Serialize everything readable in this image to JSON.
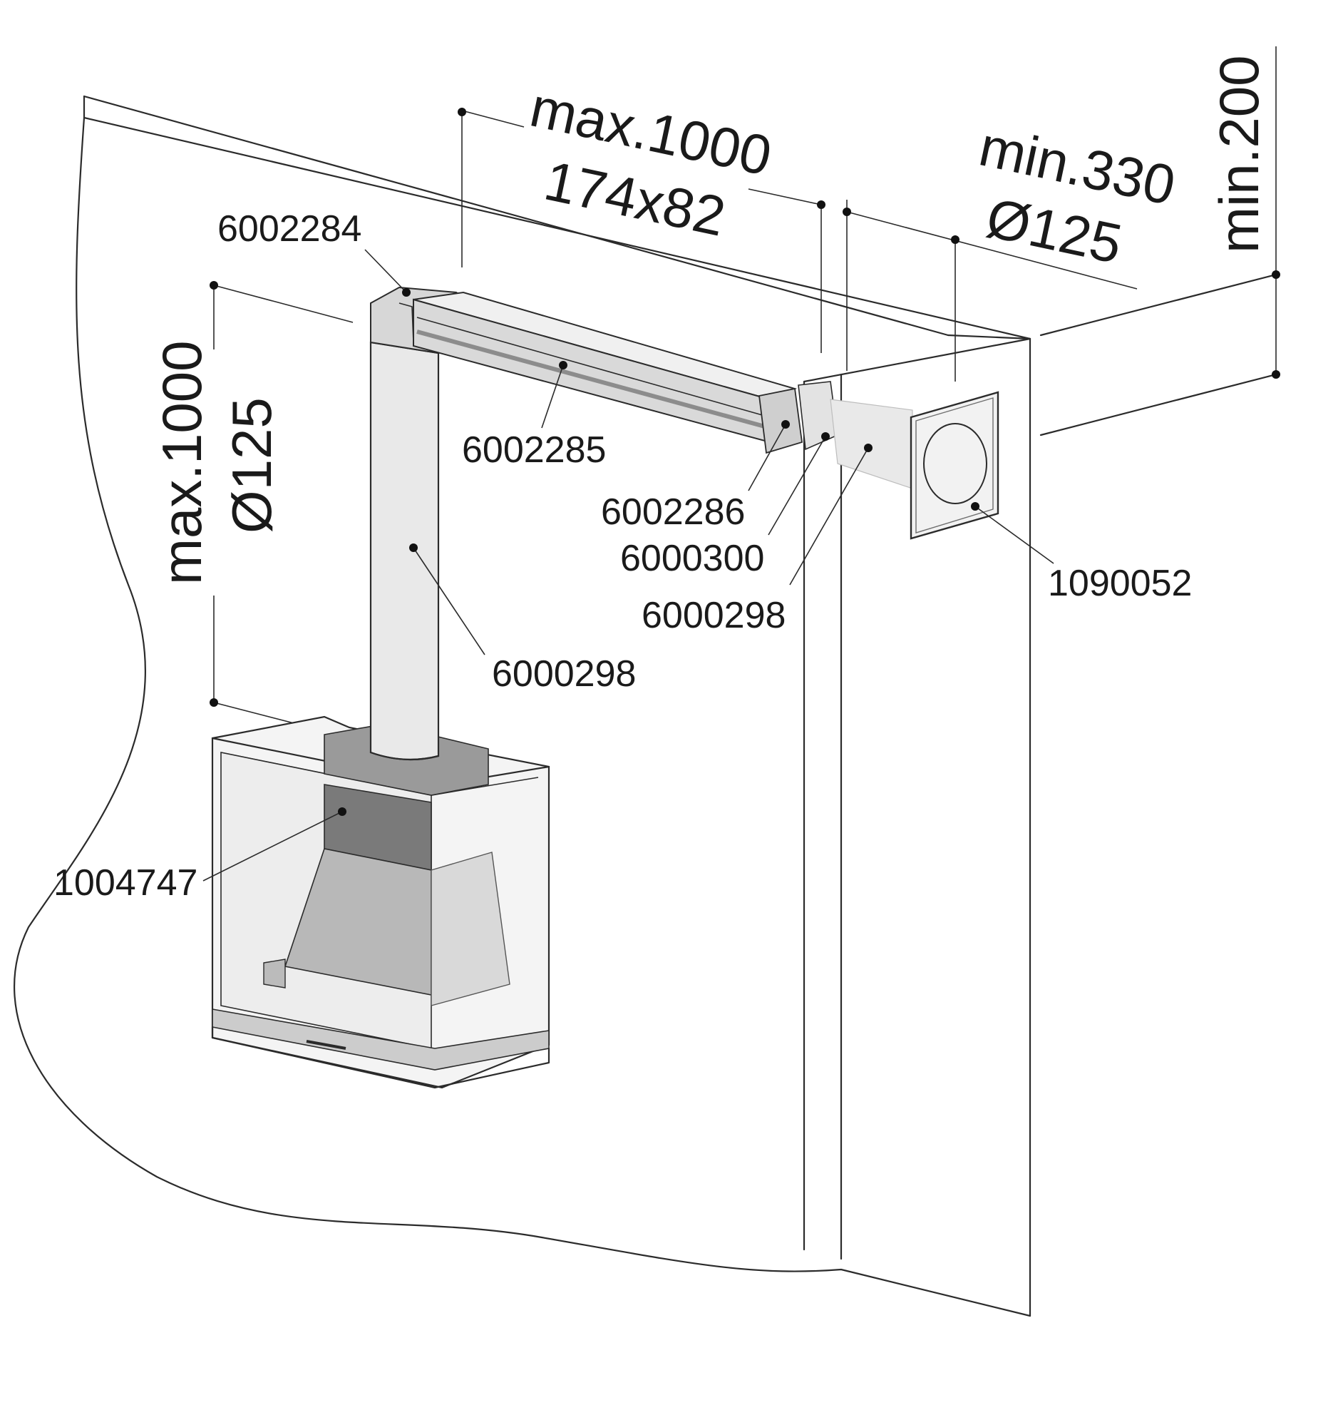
{
  "dimensions": {
    "horizontal_length": "max.1000",
    "horizontal_section": "174x82",
    "wall_distance": "min.330",
    "wall_diameter": "Ø125",
    "ceiling_gap": "min.200",
    "vertical_length": "max.1000",
    "vertical_diameter": "Ø125"
  },
  "parts": {
    "elbow_top": "6002284",
    "rect_duct": "6002285",
    "rect_adapter": "6002286",
    "round_adapter": "6000300",
    "wall_pipe": "6000298",
    "wall_terminal": "1090052",
    "vertical_pipe": "6000298",
    "fireplace_connector": "1004747"
  },
  "colors": {
    "line": "#2b2b2b",
    "duct_fill": "#e9e9e9",
    "duct_shade": "#bdbdbd",
    "duct_dark": "#8c8c8c",
    "firebox_fill": "#d4d4d4"
  }
}
